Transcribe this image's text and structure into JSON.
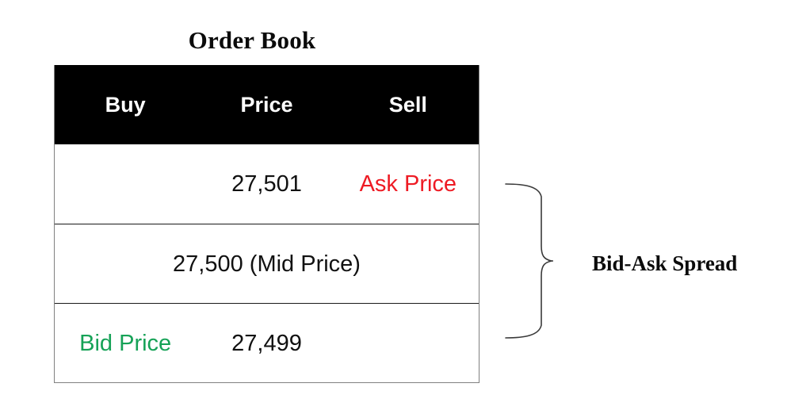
{
  "figure": {
    "title": "Order Book",
    "annotation_label": "Bid-Ask Spread"
  },
  "table": {
    "columns": [
      "Buy",
      "Price",
      "Sell"
    ],
    "rows": [
      {
        "type": "ask",
        "buy": "",
        "price": "27,501",
        "sell": "Ask Price"
      },
      {
        "type": "mid",
        "span_text": "27,500 (Mid Price)"
      },
      {
        "type": "bid",
        "buy": "Bid Price",
        "price": "27,499",
        "sell": ""
      }
    ]
  },
  "colors": {
    "header_background": "#000000",
    "header_text": "#ffffff",
    "ask_text": "#ee1b24",
    "bid_text": "#16a257",
    "body_text": "#111111",
    "border": "#808080",
    "brace": "#3a3a3a"
  }
}
